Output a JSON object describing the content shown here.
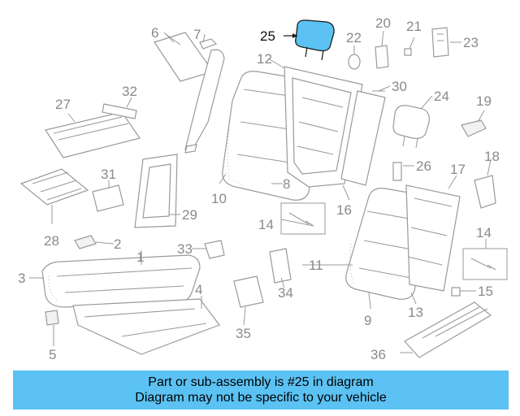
{
  "diagram": {
    "highlight_color": "#5bc2f3",
    "callouts": [
      "1",
      "2",
      "3",
      "4",
      "5",
      "6",
      "7",
      "8",
      "9",
      "10",
      "11",
      "12",
      "13",
      "14",
      "14",
      "15",
      "16",
      "17",
      "18",
      "19",
      "20",
      "21",
      "22",
      "23",
      "24",
      "25",
      "26",
      "27",
      "28",
      "29",
      "30",
      "31",
      "32",
      "33",
      "34",
      "35",
      "36"
    ],
    "highlighted_part": "25"
  },
  "banner": {
    "line1": "Part or sub-assembly is #25 in diagram",
    "line2": "Diagram may not be specific to your vehicle",
    "color": "#5bc2f3"
  }
}
